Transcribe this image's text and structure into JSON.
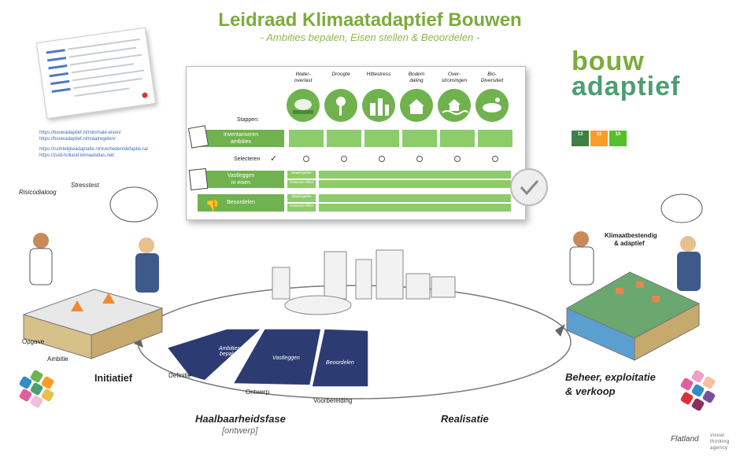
{
  "header": {
    "title": "Leidraad Klimaatadaptief Bouwen",
    "subtitle": "- Ambities bepalen, Eisen stellen & Beoordelen -"
  },
  "logo": {
    "line1": "bouw",
    "line2": "adaptief"
  },
  "links": [
    "https://bouwadaptief.nl/minimale-eisen/",
    "https://bouwadaptief.nl/maatregelen/",
    "https://ruimtelijkeadaptatie.nl/overheden/defaptie-ra/",
    "https://zuid-holland.klimaatatlas.net/"
  ],
  "matrix": {
    "columns": [
      {
        "label": "Water-\noverlast"
      },
      {
        "label": "Droogte"
      },
      {
        "label": "Hittestress"
      },
      {
        "label": "Bodem\ndaling"
      },
      {
        "label": "Over-\nstromingen"
      },
      {
        "label": "Bio-\nDiversiteit"
      }
    ],
    "stappen": "Stappen:",
    "rows": {
      "inventariseren": "Inventariseren\nambities",
      "selecteren": "Selecteren",
      "vastleggen": "Vastleggen\nin eisen",
      "beoordelen": "Beoordelen"
    },
    "sublabels": {
      "a": "Maatregelen",
      "b": "Gewenst effect"
    }
  },
  "sdg": [
    {
      "num": "13",
      "color": "#3f7e44"
    },
    {
      "num": "11",
      "color": "#f99d26"
    },
    {
      "num": "15",
      "color": "#56c02b"
    }
  ],
  "left_scene": {
    "stresstest": "Stresstest",
    "risicodialoog": "Risicodialoog",
    "opgave": "Opgave",
    "ambitie": "Ambitie",
    "initiatief": "Initiatief"
  },
  "phases": {
    "definitie": "Definitie",
    "ontwerp": "Ontwerp",
    "voorbereiding": "Voorbereiding",
    "haalbaarheid": "Haalbaarheidsfase",
    "haalbaarheid_sub": "[ontwerp]",
    "realisatie": "Realisatie",
    "beheer_1": "Beheer, exploitatie",
    "beheer_2": "& verkoop",
    "klimaat_1": "Klimaatbestendig",
    "klimaat_2": "& adaptief"
  },
  "segments": {
    "ambities": "Ambities\nbepalen",
    "vastleggen": "Vastleggen",
    "beoordelen": "Beoordelen"
  },
  "flatland": {
    "name": "Flatland",
    "tag1": "visual",
    "tag2": "thinking",
    "tag3": "agency"
  },
  "colors": {
    "green": "#7dab3c",
    "cell": "#8ccc6a",
    "navy": "#2d3b73"
  }
}
